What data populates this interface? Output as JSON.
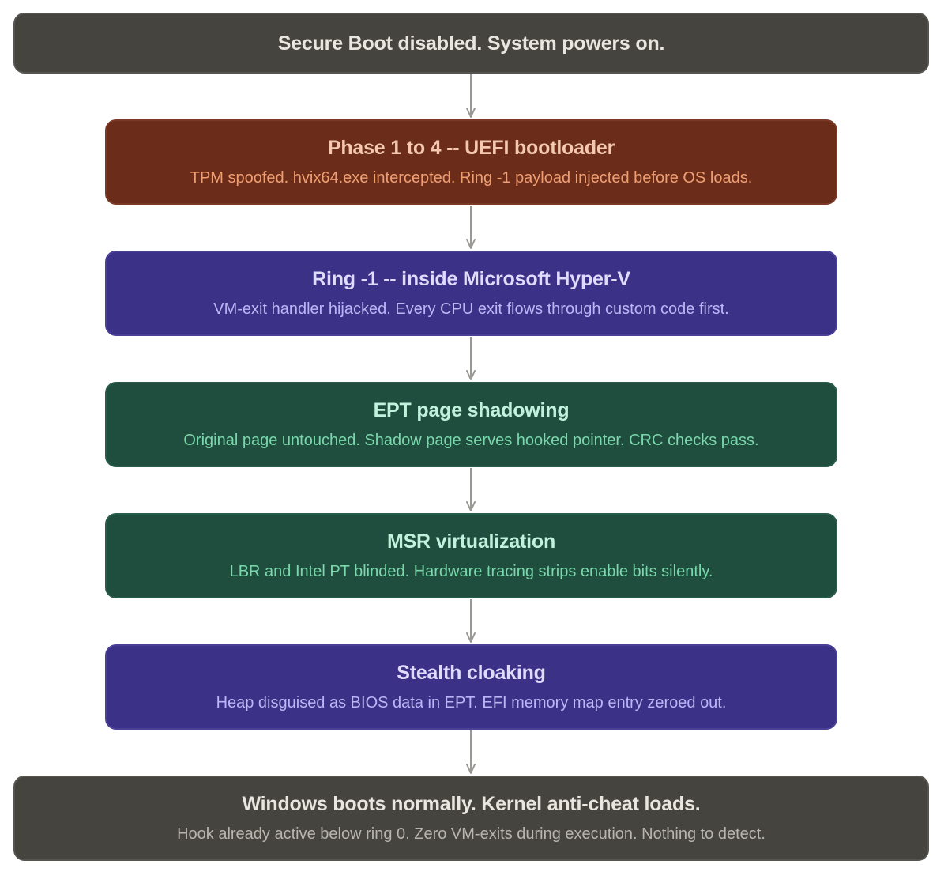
{
  "steps": [
    {
      "title": "Secure Boot disabled. System powers on."
    },
    {
      "title": "Phase 1 to 4 -- UEFI bootloader",
      "desc": "TPM spoofed. hvix64.exe intercepted. Ring -1 payload injected before OS loads."
    },
    {
      "title": "Ring -1 -- inside Microsoft Hyper-V",
      "desc": "VM-exit handler hijacked. Every CPU exit flows through custom code first."
    },
    {
      "title": "EPT page shadowing",
      "desc": "Original page untouched. Shadow page serves hooked pointer. CRC checks pass."
    },
    {
      "title": "MSR virtualization",
      "desc": "LBR and Intel PT blinded. Hardware tracing strips enable bits silently."
    },
    {
      "title": "Stealth cloaking",
      "desc": "Heap disguised as BIOS data in EPT. EFI memory map entry zeroed out."
    },
    {
      "title": "Windows boots normally. Kernel anti-cheat loads.",
      "desc": "Hook already active below ring 0. Zero VM-exits during execution. Nothing to detect."
    }
  ],
  "colors": {
    "neutral": "#45443f",
    "rust": "#6b2d1a",
    "indigo": "#3b3187",
    "green": "#1f4d3e",
    "arrow": "#9a9893"
  }
}
